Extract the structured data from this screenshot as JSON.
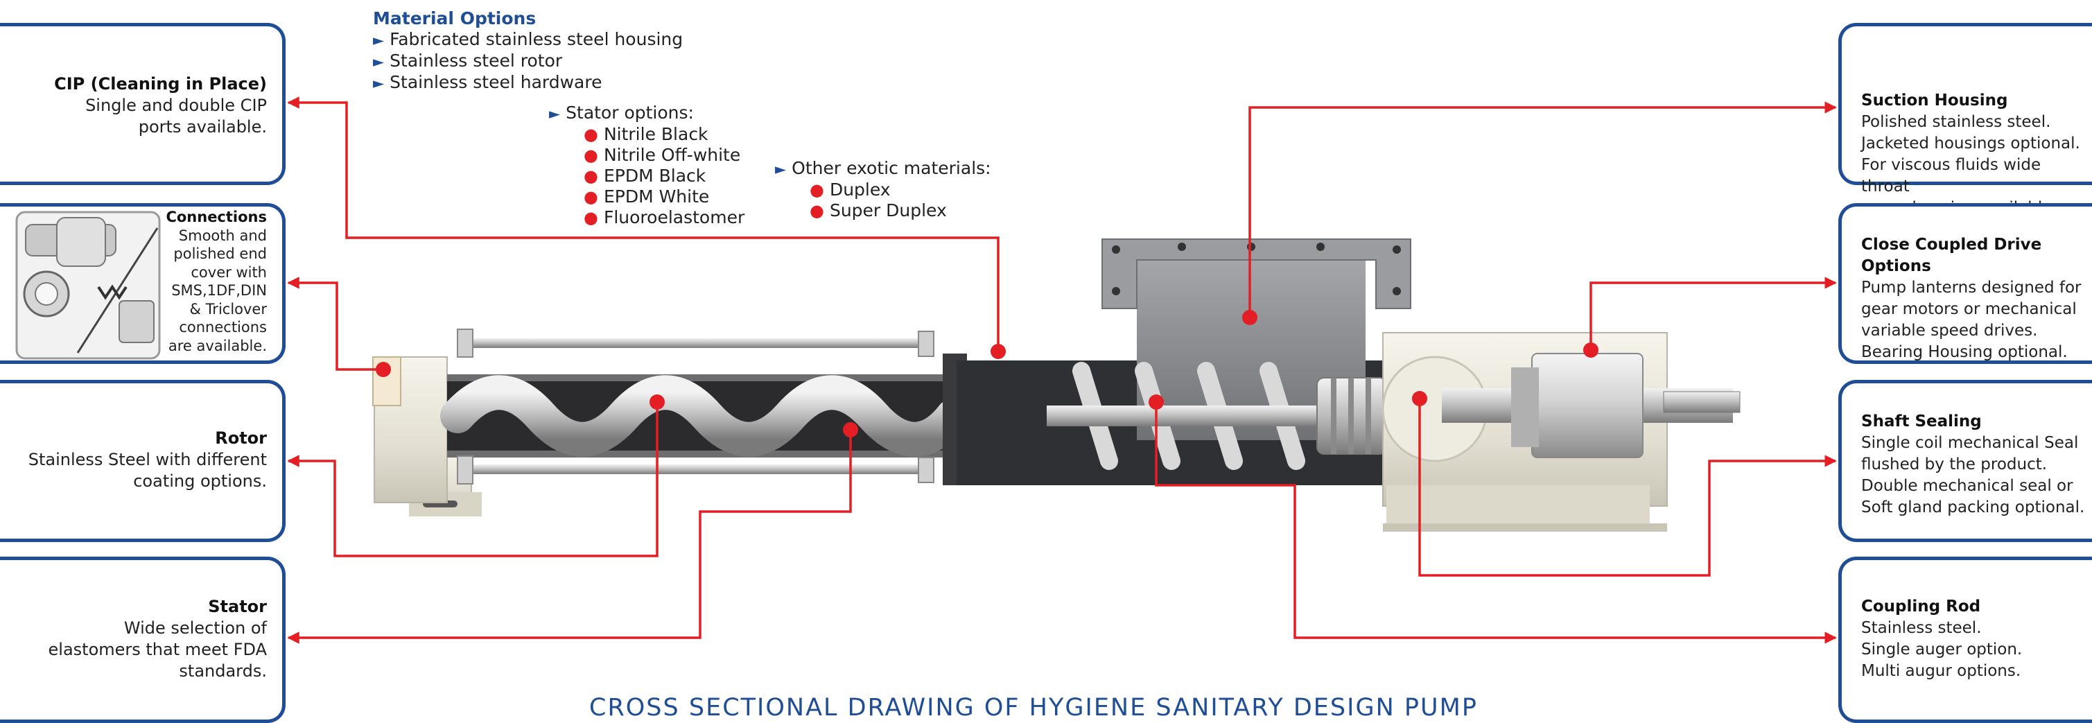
{
  "material_options": {
    "heading": "Material Options",
    "items": [
      "Fabricated stainless steel housing",
      "Stainless steel rotor",
      "Stainless steel hardware"
    ],
    "stator_heading": "Stator options:",
    "stator_items": [
      "Nitrile Black",
      "Nitrile Off-white",
      "EPDM Black",
      "EPDM White",
      "Fluoroelastomer"
    ],
    "exotic_heading": "Other exotic materials:",
    "exotic_items": [
      "Duplex",
      "Super Duplex"
    ]
  },
  "left_boxes": {
    "cip": {
      "title": "CIP (Cleaning in Place)",
      "lines": [
        "Single and double CIP",
        "ports available."
      ]
    },
    "connections": {
      "title": "Connections",
      "lines": [
        "Smooth and",
        "polished end",
        "cover with",
        "SMS,1DF,DIN",
        "& Triclover",
        "connections",
        "are available."
      ]
    },
    "rotor": {
      "title": "Rotor",
      "lines": [
        "Stainless Steel with different",
        "coating options."
      ]
    },
    "stator": {
      "title": "Stator",
      "lines": [
        "Wide selection of",
        "elastomers that meet FDA",
        "standards."
      ]
    }
  },
  "right_boxes": {
    "suction": {
      "title": "Suction Housing",
      "lines": [
        "Polished stainless steel.",
        "Jacketed housings optional.",
        "For viscous fluids wide throat",
        "pump housing available."
      ]
    },
    "drive": {
      "title": "Close Coupled Drive Options",
      "lines": [
        "Pump lanterns designed for",
        "gear motors or mechanical",
        "variable speed drives.",
        "Bearing Housing optional."
      ]
    },
    "sealing": {
      "title": "Shaft Sealing",
      "lines": [
        "Single coil mechanical Seal",
        "flushed by the product.",
        "Double mechanical seal or",
        "Soft gland packing optional."
      ]
    },
    "coupling": {
      "title": "Coupling Rod",
      "lines": [
        "Stainless steel.",
        "Single auger option.",
        "Multi augur options."
      ]
    }
  },
  "caption": "CROSS SECTIONAL DRAWING OF  HYGIENE SANITARY DESIGN PUMP",
  "colors": {
    "frame": "#1f4e96",
    "callout": "#e31e24",
    "metal": "#c6c8ca",
    "housing": "#8d8f93",
    "body": "#ece9de"
  }
}
